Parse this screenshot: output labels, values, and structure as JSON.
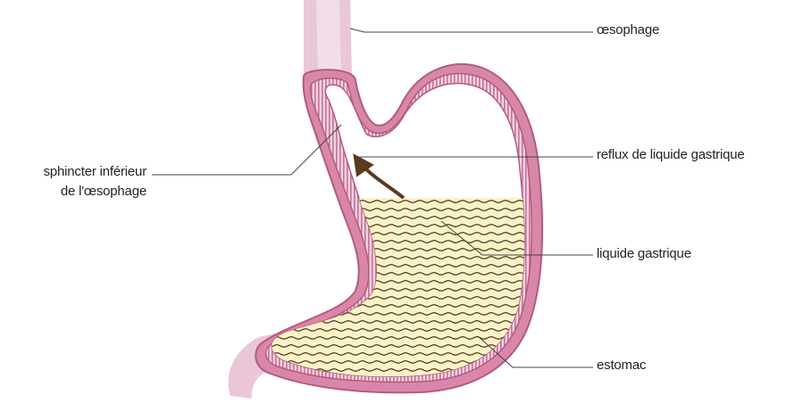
{
  "labels": {
    "oesophage": "œsophage",
    "reflux": "reflux de liquide gastrique",
    "liquide": "liquide gastrique",
    "estomac": "estomac",
    "sphincter_line1": "sphincter inférieur",
    "sphincter_line2": "de l'œsophage"
  },
  "colors": {
    "wall": "#d987a8",
    "wall_dark": "#b45a80",
    "wall_light": "#f4dbe6",
    "esophagus_tube": "#e9c6d8",
    "liquid": "#fbf3c8",
    "liquid_wave": "#4a2f14",
    "arrow": "#5b3a1e",
    "leader": "#444444",
    "text": "#222222"
  }
}
